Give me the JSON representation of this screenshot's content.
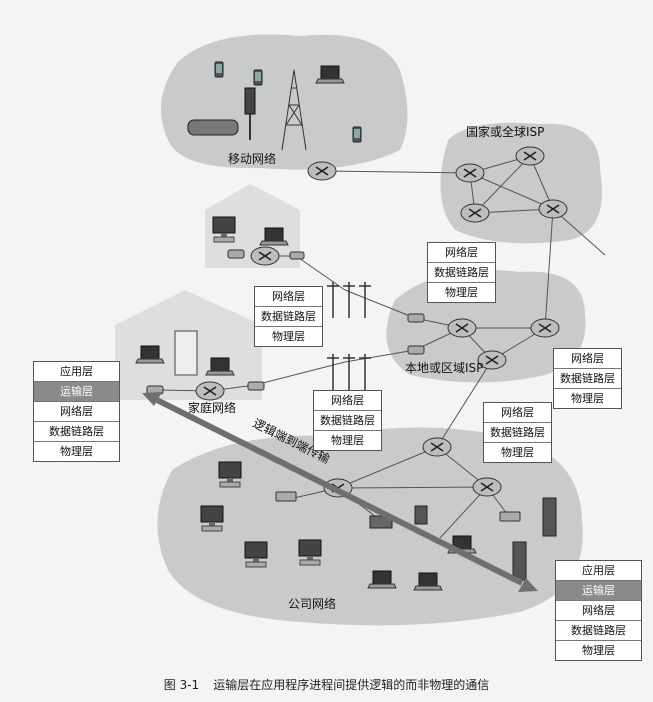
{
  "labels": {
    "mobile": "移动网络",
    "national_isp": "国家或全球ISP",
    "local_isp": "本地或区域ISP",
    "home": "家庭网络",
    "enterprise": "公司网络",
    "logical_e2e": "逻辑端到端传输"
  },
  "stacks": {
    "end_left": [
      "应用层",
      "运输层",
      "网络层",
      "数据链路层",
      "物理层"
    ],
    "end_right": [
      "应用层",
      "运输层",
      "网络层",
      "数据链路层",
      "物理层"
    ],
    "router_home_upper": [
      "网络层",
      "数据链路层",
      "物理层"
    ],
    "router_home_lower": [
      "网络层",
      "数据链路层",
      "物理层"
    ],
    "router_isp": [
      "网络层",
      "数据链路层",
      "物理层"
    ],
    "router_right": [
      "网络层",
      "数据链路层",
      "物理层"
    ],
    "router_mid_right": [
      "网络层",
      "数据链路层",
      "物理层"
    ]
  },
  "highlight_layer": "运输层",
  "caption": {
    "figure_no": "图 3-1",
    "text": "运输层在应用程序进程间提供逻辑的而非物理的通信"
  },
  "colors": {
    "cloud": "#c9cbcb",
    "house": "#dcdedf",
    "arrow": "#6f6f6f",
    "highlight": "#8a8a8a"
  }
}
